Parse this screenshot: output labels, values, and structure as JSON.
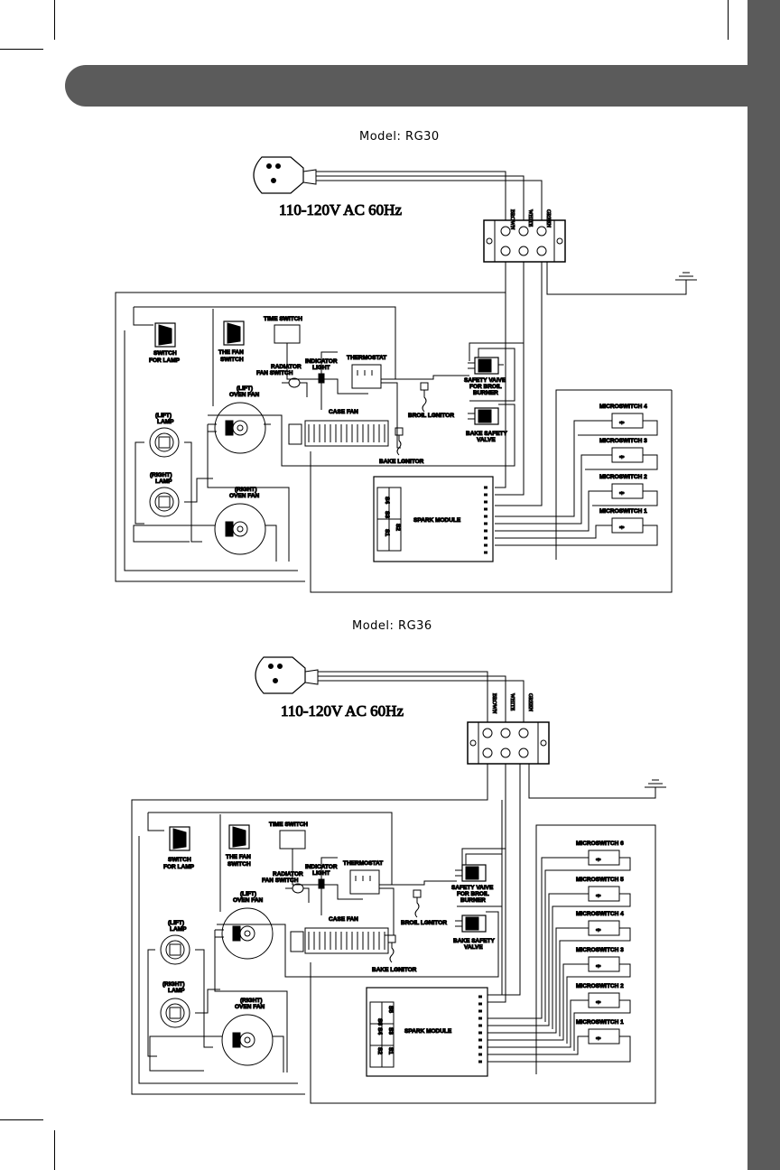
{
  "page": {
    "side_tab_color": "#5b5b5b",
    "header_bar_color": "#5b5b5b"
  },
  "rg30": {
    "title": "Model: RG30",
    "voltage": "110-120V AC  60Hz",
    "wires": {
      "brown": "BROWN",
      "white": "WHITE",
      "green": "GREEN"
    },
    "labels": {
      "switch_for_lamp_1": "SWITCH",
      "switch_for_lamp_2": "FOR LAMP",
      "fan_switch_1": "THE FAN",
      "fan_switch_2": "SWITCH",
      "time_switch": "TIME SWITCH",
      "radiator_1": "RADIATOR",
      "radiator_2": "FAN SWITCH",
      "indicator_1": "INDICATOR",
      "indicator_2": "LIGHT",
      "thermostat": "THERMOSTAT",
      "safety_1": "SAFETY VAIVE",
      "safety_2": "FOR BROIL",
      "safety_3": "BURNER",
      "broil_ignitor": "BROIL LGNITOR",
      "bake_safety_1": "BAKE SAFETY",
      "bake_safety_2": "VALVE",
      "case_fan": "CASE  FAN",
      "bake_ignitor": "BAKE LGNITOR",
      "lift_fan_1": "(LIFT)",
      "lift_fan_2": "OVEN FAN",
      "lift_lamp_1": "(LIFT)",
      "lift_lamp_2": "LAMP",
      "right_lamp_1": "(RIGHT)",
      "right_lamp_2": "LAMP",
      "right_fan_1": "(RIGHT)",
      "right_fan_2": "OVEN FAN",
      "spark_module": "SPARK MODULE",
      "ms4": "MICROSWITCH 4",
      "ms3": "MICROSWITCH 3",
      "ms2": "MICROSWITCH 2",
      "ms1": "MICROSWITCH 1",
      "s4": "S4",
      "s3": "S3",
      "s2": "S2",
      "s1": "S1"
    }
  },
  "rg36": {
    "title": "Model: RG36",
    "voltage": "110-120V AC  60Hz",
    "wires": {
      "brown": "BROWN",
      "white": "WHITE",
      "green": "GREEN"
    },
    "labels": {
      "switch_for_lamp_1": "SWITCH",
      "switch_for_lamp_2": "FOR LAMP",
      "fan_switch_1": "THE FAN",
      "fan_switch_2": "SWITCH",
      "time_switch": "TIME SWITCH",
      "radiator_1": "RADIATOR",
      "radiator_2": "FAN SWITCH",
      "indicator_1": "INDICATOR",
      "indicator_2": "LIGHT",
      "thermostat": "THERMOSTAT",
      "safety_1": "SAFETY VAIVE",
      "safety_2": "FOR BROIL",
      "safety_3": "BURNER",
      "broil_ignitor": "BROIL LGNITOR",
      "bake_safety_1": "BAKE SAFETY",
      "bake_safety_2": "VALVE",
      "case_fan": "CASE  FAN",
      "bake_ignitor": "BAKE LGNITOR",
      "lift_fan_1": "(LIFT)",
      "lift_fan_2": "OVEN FAN",
      "lift_lamp_1": "(LIFT)",
      "lift_lamp_2": "LAMP",
      "right_lamp_1": "(RIGHT)",
      "right_lamp_2": "LAMP",
      "right_fan_1": "(RIGHT)",
      "right_fan_2": "OVEN FAN",
      "spark_module": "SPARK MODULE",
      "ms6": "MICROSWITCH 6",
      "ms5": "MICROSWITCH 5",
      "ms4": "MICROSWITCH 4",
      "ms3": "MICROSWITCH 3",
      "ms2": "MICROSWITCH 2",
      "ms1": "MICROSWITCH 1",
      "s6": "S6",
      "s5": "S5",
      "s4": "S4",
      "s3": "S3",
      "s2": "S2",
      "s1": "S1"
    }
  }
}
